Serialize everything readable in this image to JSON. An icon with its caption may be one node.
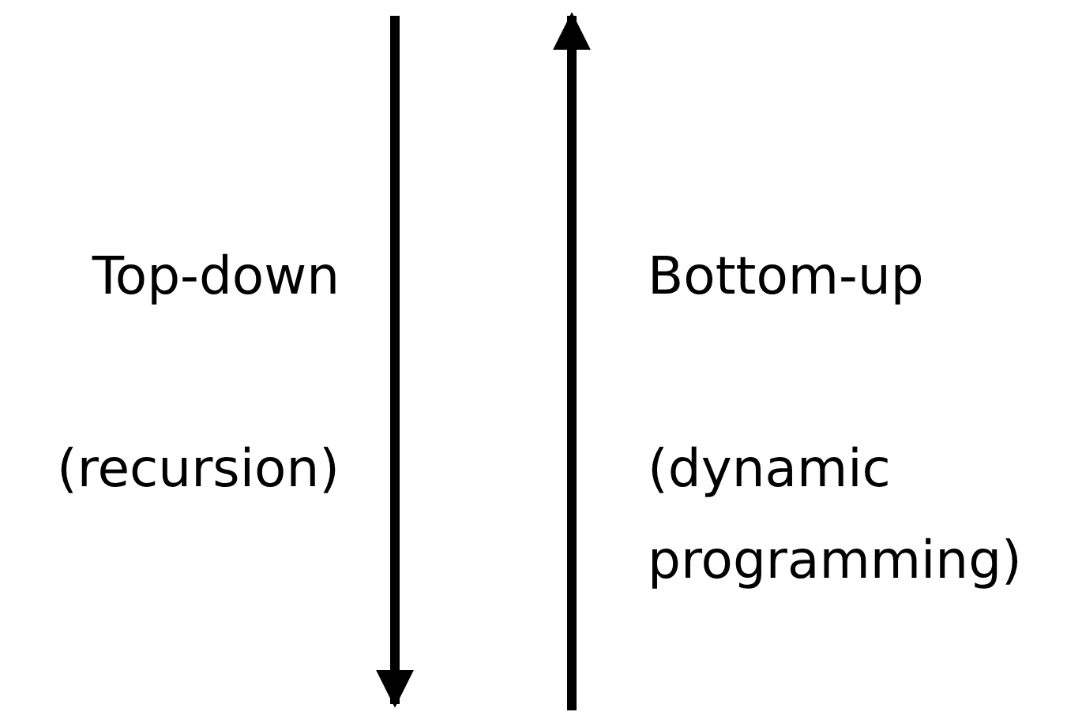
{
  "diagram": {
    "labels": [
      "Top-down",
      "Bottom-up",
      "(recursion)",
      "(dynamic programming)"
    ]
  }
}
